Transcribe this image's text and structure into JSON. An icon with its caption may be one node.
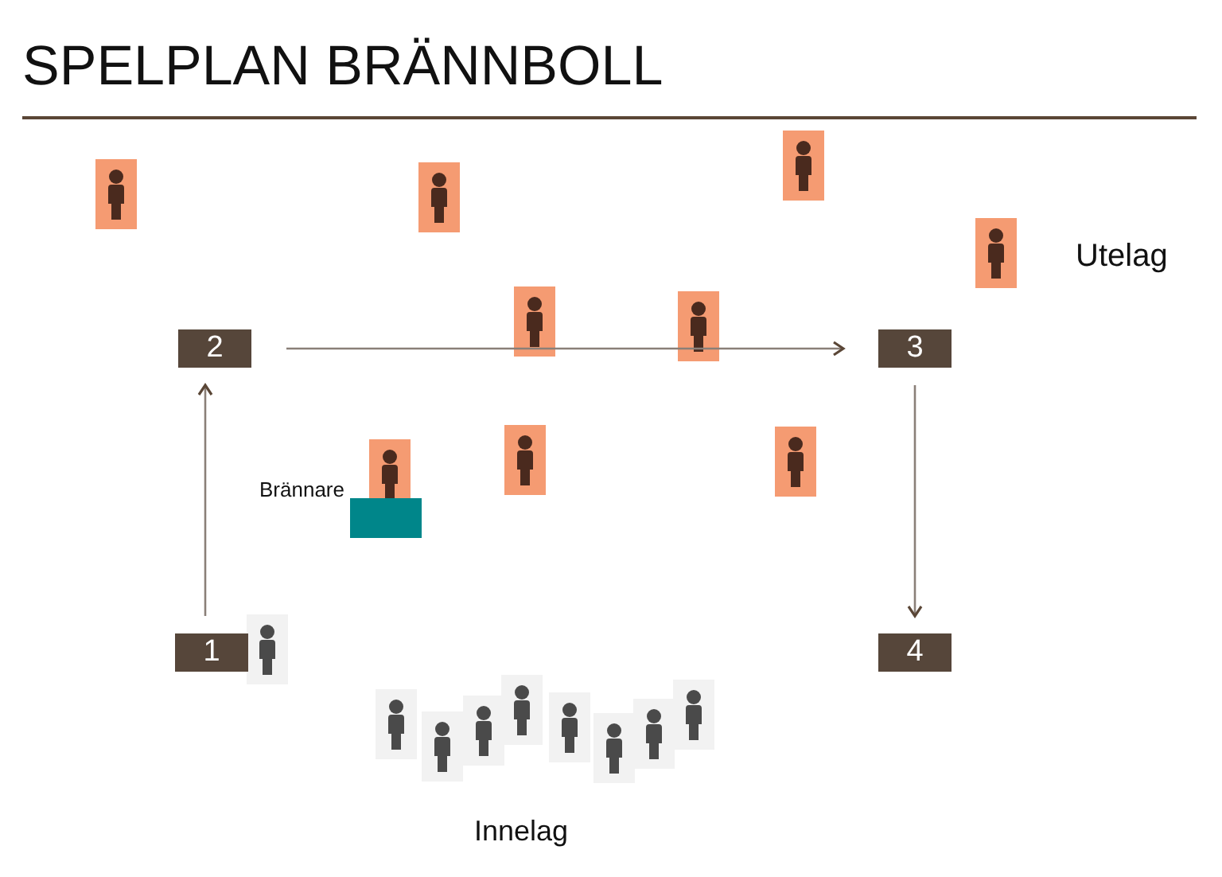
{
  "diagram": {
    "title": "SPELPLAN BRÄNNBOLL",
    "nodes": [
      {
        "text": [
          "1"
        ]
      },
      {
        "text": [
          "2"
        ]
      },
      {
        "text": [
          "3"
        ]
      },
      {
        "text": [
          "4"
        ]
      }
    ],
    "edges": [
      {
        "from": 0,
        "to": 1,
        "arrow": "to"
      },
      {
        "from": 1,
        "to": 2,
        "arrow": "to"
      },
      {
        "from": 2,
        "to": 3,
        "arrow": "to"
      }
    ],
    "labels": [
      "Utelag",
      "Brännare",
      "Innelag"
    ]
  }
}
